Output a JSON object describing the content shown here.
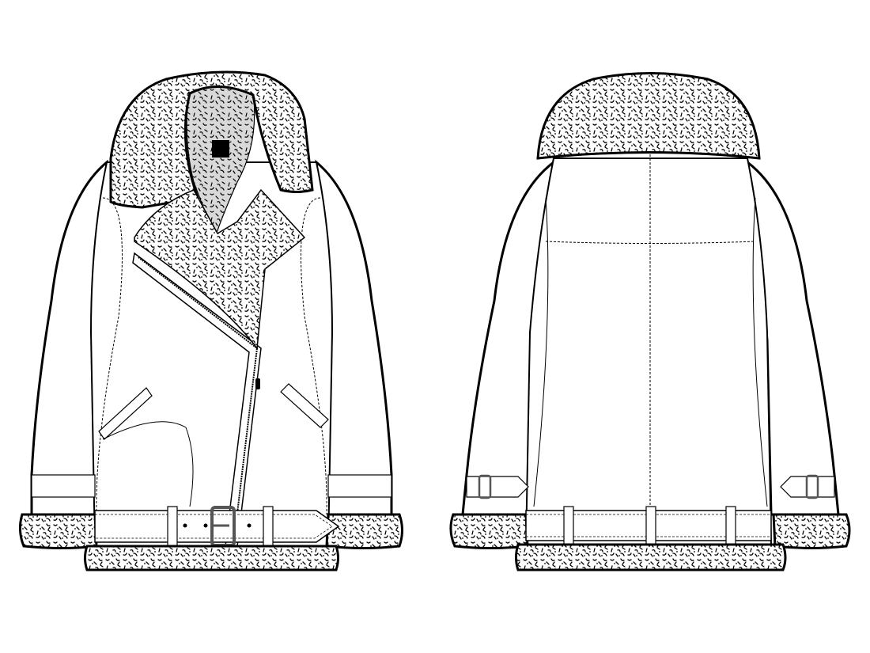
{
  "figure": {
    "subject": "Shearling aviator jacket technical flat",
    "views": [
      {
        "id": "front",
        "label": "Front view"
      },
      {
        "id": "back",
        "label": "Back view"
      }
    ],
    "features": {
      "collar": "Shearling collar",
      "closure": "Asymmetric zip",
      "belt": "Waist belt with pin buckle",
      "cuffs": "Shearling cuffs with buckled straps",
      "hem": "Shearling hem",
      "pockets": "Angled welt pockets",
      "label": "Neck label"
    },
    "colors": {
      "outline": "#000000",
      "fill": "#ffffff",
      "inner_collar": "#d9d9d9",
      "buckle": "#555555"
    }
  }
}
